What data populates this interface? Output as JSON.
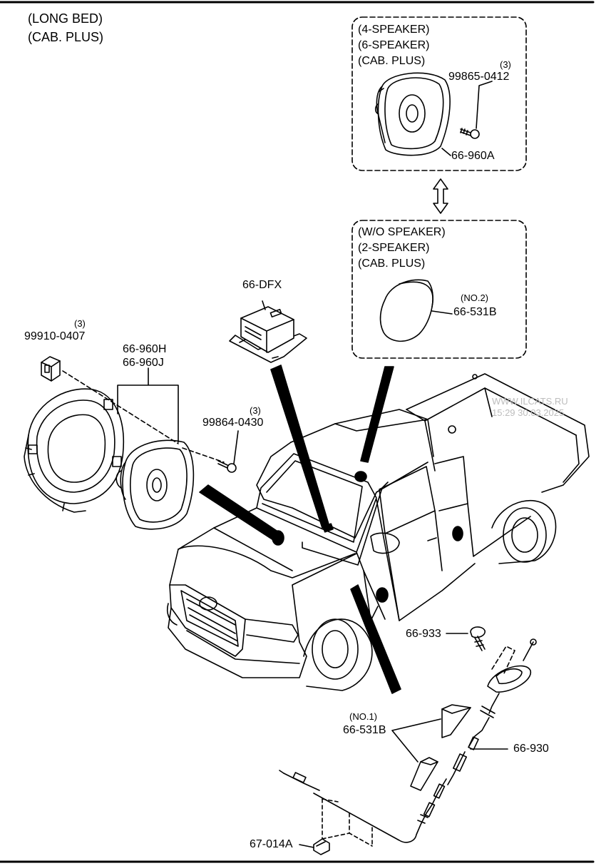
{
  "header": {
    "line1": "(LONG BED)",
    "line2": "(CAB. PLUS)"
  },
  "variant_box_upper": {
    "line1": "(4-SPEAKER)",
    "line2": "(6-SPEAKER)",
    "line3": "(CAB. PLUS)",
    "screw_part": "99865-0412",
    "screw_qty": "(3)",
    "speaker_part": "66-960A"
  },
  "variant_box_lower": {
    "line1": "(W/O SPEAKER)",
    "line2": "(2-SPEAKER)",
    "line3": "(CAB. PLUS)",
    "cover_no": "(NO.2)",
    "cover_part": "66-531B"
  },
  "parts": {
    "airbag_module": "66-DFX",
    "clip_part": "99910-0407",
    "clip_qty": "(3)",
    "speaker_h": "66-960H",
    "speaker_j": "66-960J",
    "front_screw": "99864-0430",
    "front_screw_qty": "(3)",
    "antenna_screw": "66-933",
    "cover1_no": "(NO.1)",
    "cover1_part": "66-531B",
    "antenna_cable": "66-930",
    "connector": "67-014A"
  },
  "watermark": {
    "line1": "WWW.ILCATS.RU",
    "line2": "15:29 30.03.2025"
  },
  "colors": {
    "ink": "#000000",
    "watermark": "#bdbdbd",
    "paper": "#ffffff"
  }
}
